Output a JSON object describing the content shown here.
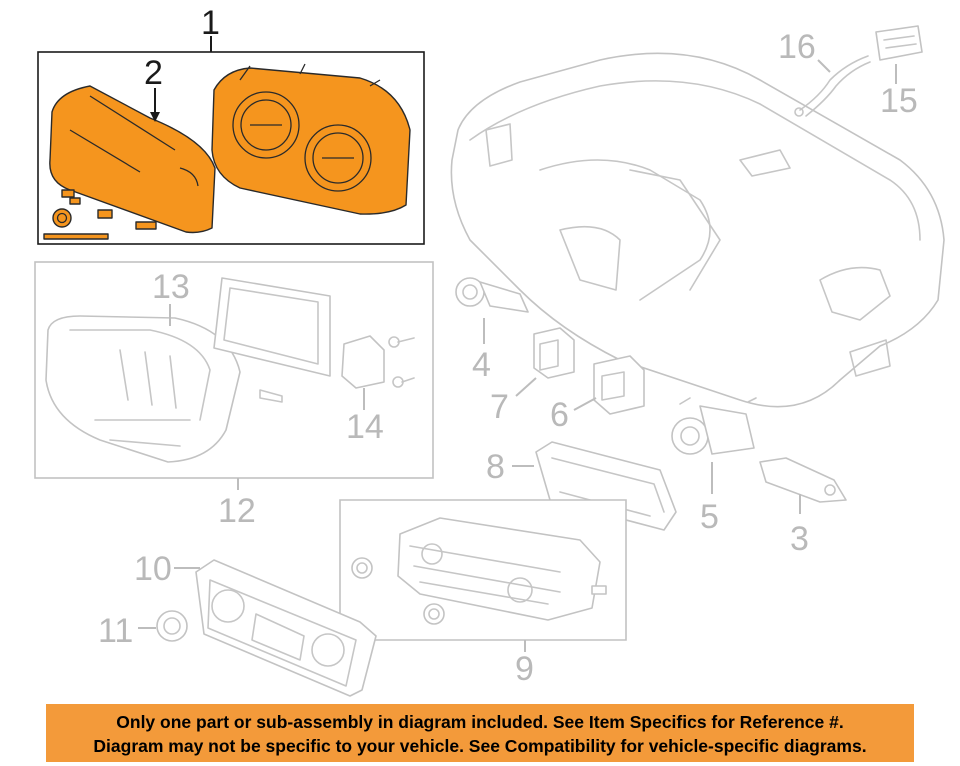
{
  "callouts": {
    "c1": "1",
    "c2": "2",
    "c3": "3",
    "c4": "4",
    "c5": "5",
    "c6": "6",
    "c7": "7",
    "c8": "8",
    "c9": "9",
    "c10": "10",
    "c11": "11",
    "c12": "12",
    "c13": "13",
    "c14": "14",
    "c15": "15",
    "c16": "16"
  },
  "disclaimer": {
    "line1": "Only one part or sub-assembly in diagram included. See Item Specifics for Reference #.",
    "line2": "Diagram may not be specific to your vehicle. See Compatibility for vehicle-specific diagrams."
  },
  "colors": {
    "highlight": "#f5951e",
    "banner": "#f39a3a",
    "line_art": "#c6c6c6",
    "label_grey": "#b9b9b9",
    "label_dark": "#1a1a1a"
  }
}
